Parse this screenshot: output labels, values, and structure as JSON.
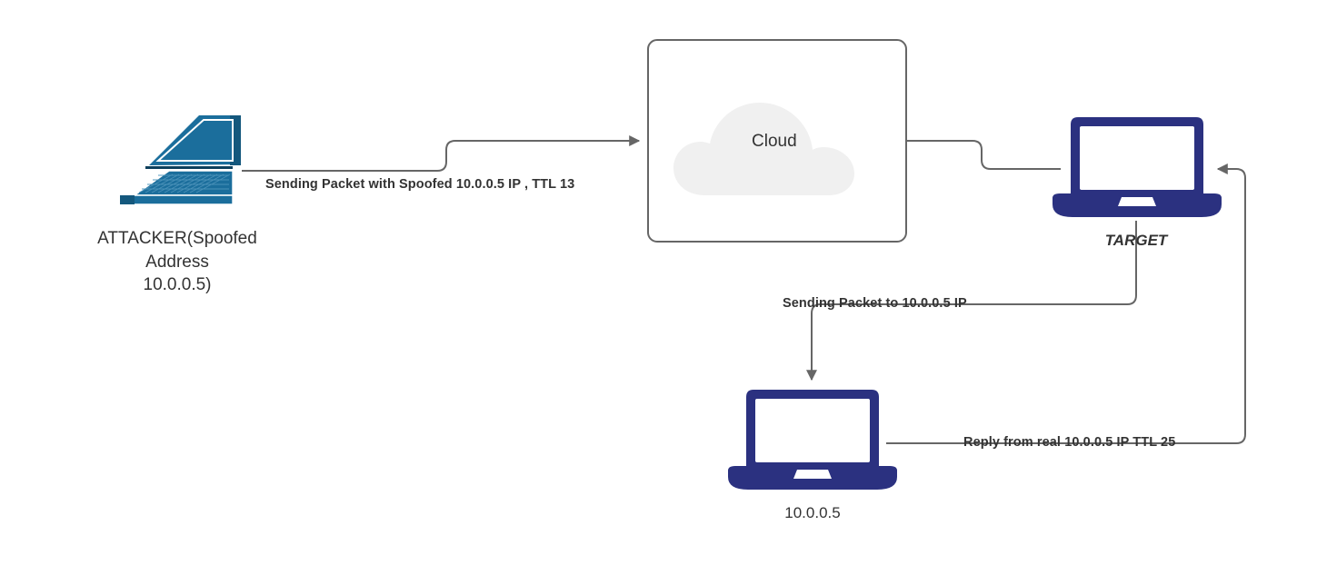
{
  "diagram": {
    "title": "IP Spoofing TTL Detection Network Diagram",
    "background_color": "#ffffff",
    "wire_color": "#666666",
    "text_color": "#333333",
    "attacker_device_color": "#1b6e9c",
    "target_device_color": "#2b3180",
    "cloud_fill_color": "#f0f0f0",
    "cloud_border_color": "#666666"
  },
  "nodes": {
    "attacker": {
      "label": "ATTACKER(Spoofed\nAddress\n10.0.0.5)",
      "icon": "laptop-isometric-icon"
    },
    "cloud": {
      "label": "Cloud",
      "icon": "cloud-icon"
    },
    "target": {
      "label": "TARGET",
      "icon": "laptop-front-icon"
    },
    "victim": {
      "label": "10.0.0.5",
      "icon": "laptop-front-icon"
    }
  },
  "edges": {
    "attacker_to_cloud": {
      "label": "Sending Packet with Spoofed 10.0.0.5 IP , TTL 13"
    },
    "target_to_victim": {
      "label": "Sending Packet to 10.0.0.5 IP"
    },
    "victim_to_target": {
      "label": "Reply from real 10.0.0.5 IP TTL 25"
    },
    "cloud_to_target": {
      "label": ""
    }
  }
}
